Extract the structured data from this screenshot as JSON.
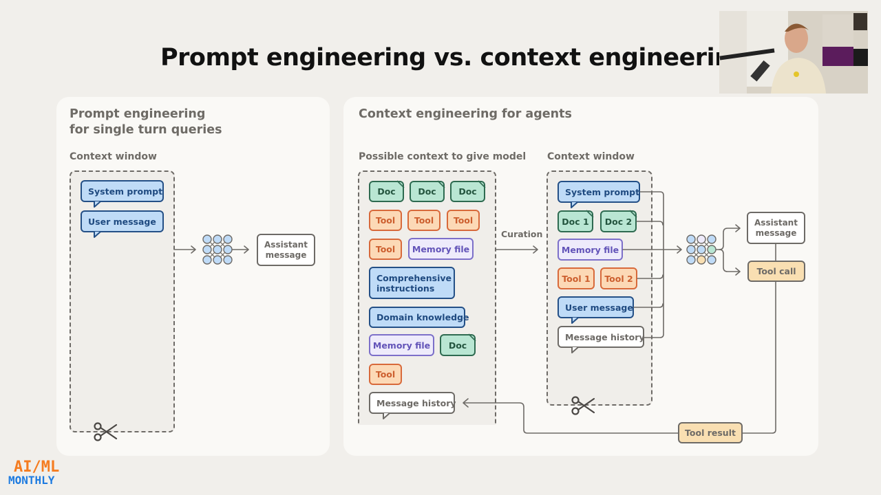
{
  "slide": {
    "title": "Prompt engineering vs. context engineering"
  },
  "left_panel": {
    "title": "Prompt engineering\nfor single turn queries",
    "context_label": "Context window",
    "items": [
      {
        "label": "System prompt",
        "type": "message",
        "color": "blue"
      },
      {
        "label": "User message",
        "type": "message",
        "color": "blue"
      }
    ],
    "output": "Assistant message"
  },
  "right_panel": {
    "title": "Context engineering for agents",
    "possible_label": "Possible context to give model",
    "possible_items": [
      {
        "label": "Doc",
        "type": "doc"
      },
      {
        "label": "Doc",
        "type": "doc"
      },
      {
        "label": "Doc",
        "type": "doc"
      },
      {
        "label": "Tool",
        "type": "tool"
      },
      {
        "label": "Tool",
        "type": "tool"
      },
      {
        "label": "Tool",
        "type": "tool"
      },
      {
        "label": "Tool",
        "type": "tool"
      },
      {
        "label": "Memory file",
        "type": "memory"
      },
      {
        "label": "Comprehensive\ninstructions",
        "type": "instructions"
      },
      {
        "label": "Domain knowledge",
        "type": "instructions"
      },
      {
        "label": "Memory file",
        "type": "memory"
      },
      {
        "label": "Doc",
        "type": "doc"
      },
      {
        "label": "Tool",
        "type": "tool"
      },
      {
        "label": "Message history",
        "type": "message"
      }
    ],
    "curation_label": "Curation",
    "context_label": "Context window",
    "context_items": [
      {
        "label": "System prompt",
        "type": "message"
      },
      {
        "label": "Doc 1",
        "type": "doc"
      },
      {
        "label": "Doc 2",
        "type": "doc"
      },
      {
        "label": "Memory file",
        "type": "memory"
      },
      {
        "label": "Tool 1",
        "type": "tool"
      },
      {
        "label": "Tool 2",
        "type": "tool"
      },
      {
        "label": "User message",
        "type": "message"
      },
      {
        "label": "Message history",
        "type": "message"
      }
    ],
    "outputs": {
      "assistant": "Assistant message",
      "tool_call": "Tool call",
      "tool_result": "Tool result"
    }
  },
  "logo": {
    "line1": "AI/ML",
    "line2": "MONTHLY"
  },
  "colors": {
    "blue_fill": "#bfdbf7",
    "green_fill": "#b9e6d3",
    "orange_fill": "#fcd9b6",
    "purple_fill": "#eeebfb",
    "tan_fill": "#f9dfb2",
    "logo_orange": "#f57c20",
    "logo_blue": "#1e7be0"
  }
}
